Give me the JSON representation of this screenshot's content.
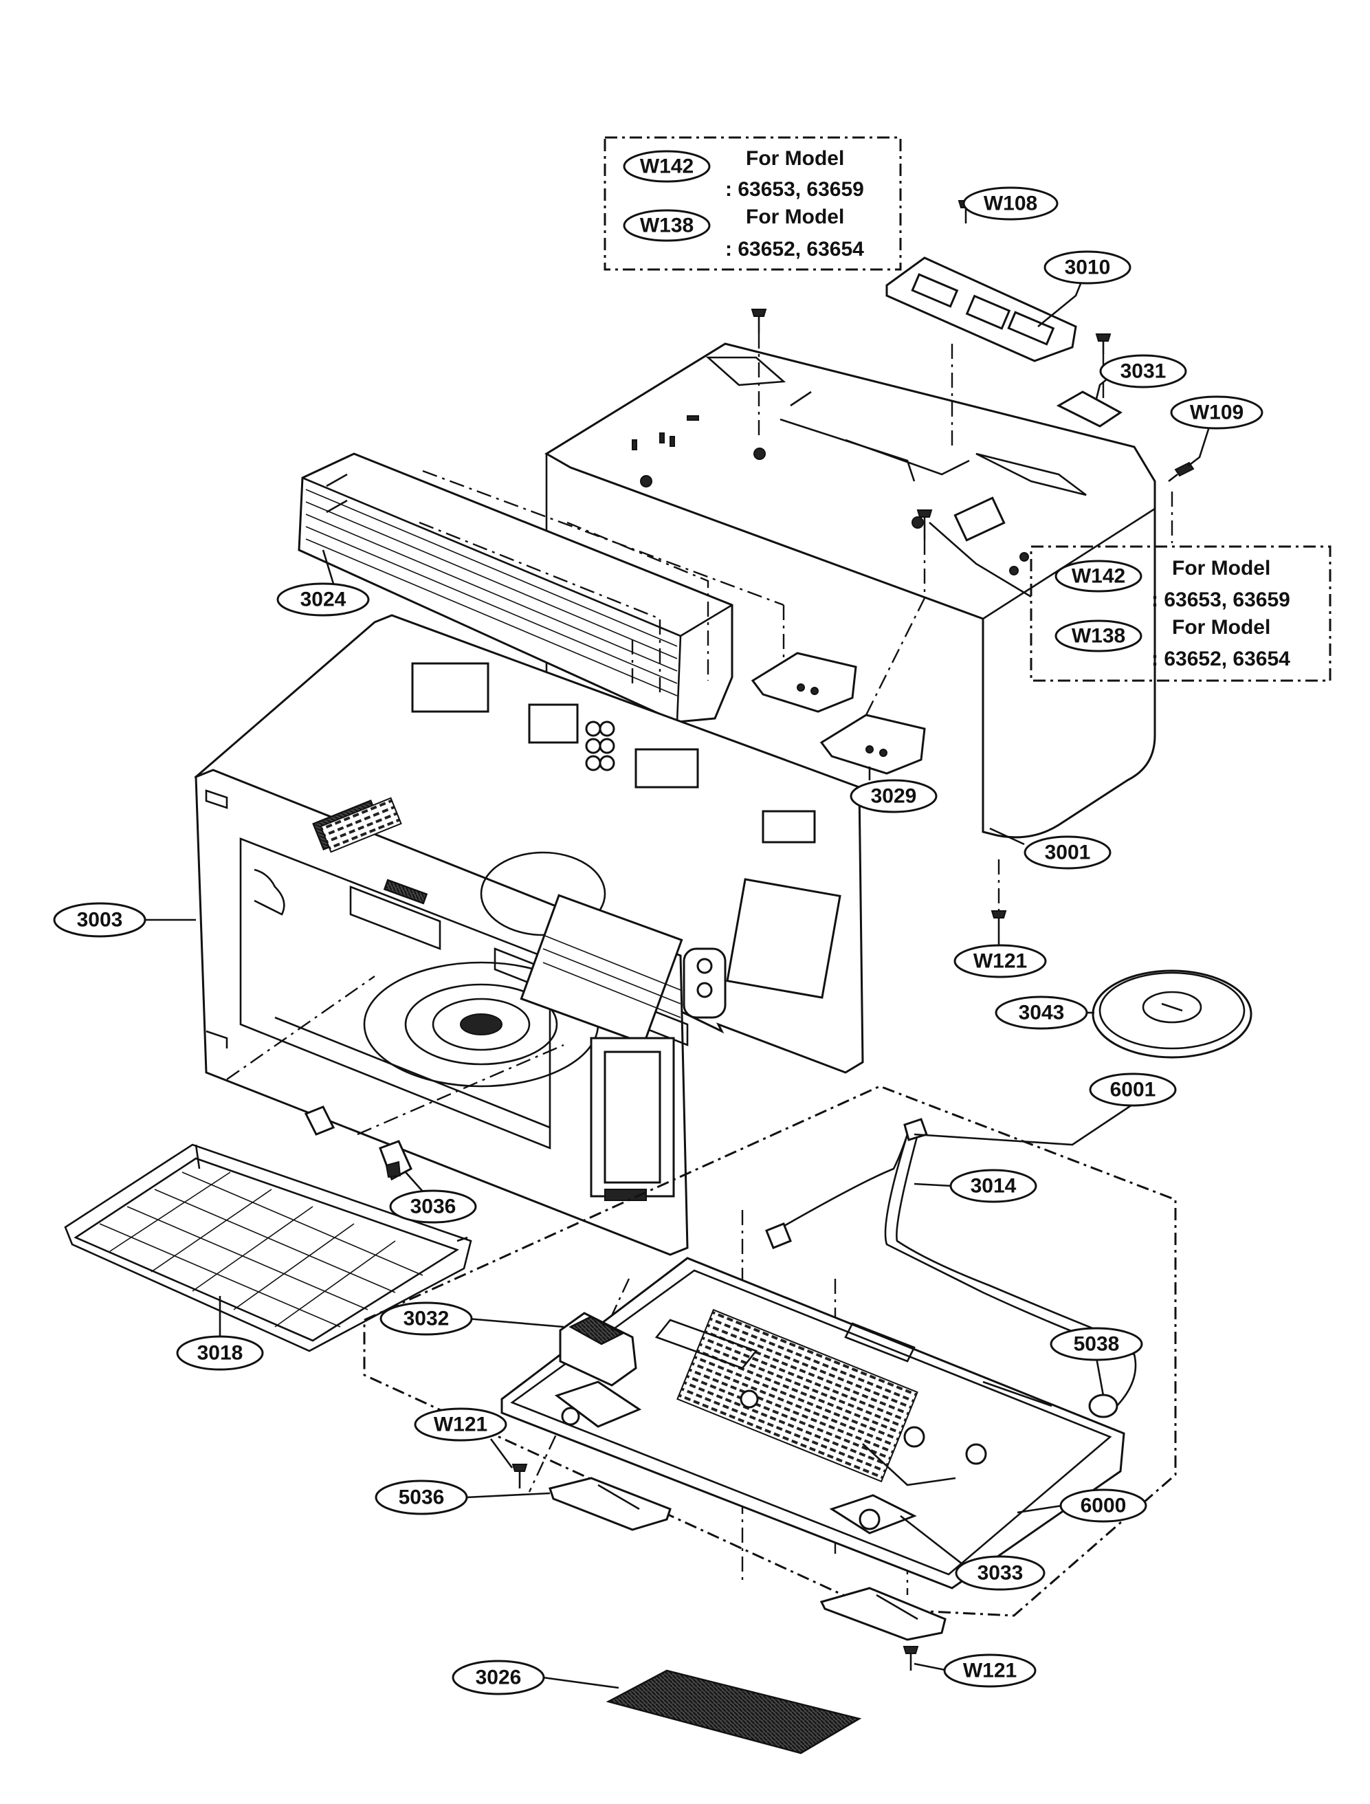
{
  "callouts": [
    {
      "id": "W108",
      "label": "W108"
    },
    {
      "id": "3010",
      "label": "3010"
    },
    {
      "id": "3031",
      "label": "3031"
    },
    {
      "id": "W109",
      "label": "W109"
    },
    {
      "id": "3024",
      "label": "3024"
    },
    {
      "id": "3029",
      "label": "3029"
    },
    {
      "id": "3001",
      "label": "3001"
    },
    {
      "id": "3003",
      "label": "3003"
    },
    {
      "id": "W121a",
      "label": "W121"
    },
    {
      "id": "3043",
      "label": "3043"
    },
    {
      "id": "6001",
      "label": "6001"
    },
    {
      "id": "3014",
      "label": "3014"
    },
    {
      "id": "3036",
      "label": "3036"
    },
    {
      "id": "3032",
      "label": "3032"
    },
    {
      "id": "5038",
      "label": "5038"
    },
    {
      "id": "3018",
      "label": "3018"
    },
    {
      "id": "W121b",
      "label": "W121"
    },
    {
      "id": "5036",
      "label": "5036"
    },
    {
      "id": "6000",
      "label": "6000"
    },
    {
      "id": "3033",
      "label": "3033"
    },
    {
      "id": "3026",
      "label": "3026"
    },
    {
      "id": "W121c",
      "label": "W121"
    }
  ],
  "model_notes": [
    {
      "rows": [
        {
          "part": "W142",
          "line1": "For Model",
          "line2": ": 63653, 63659"
        },
        {
          "part": "W138",
          "line1": "For Model",
          "line2": ": 63652, 63654"
        }
      ]
    },
    {
      "rows": [
        {
          "part": "W142",
          "line1": "For Model",
          "line2": ": 63653, 63659"
        },
        {
          "part": "W138",
          "line1": "For Model",
          "line2": ": 63652, 63654"
        }
      ]
    }
  ]
}
